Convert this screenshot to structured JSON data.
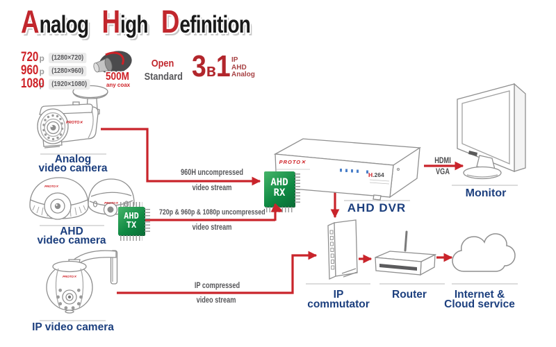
{
  "brand": {
    "name": "PROTO",
    "mark": "✕"
  },
  "title": {
    "words": [
      {
        "initial": "A",
        "rest": "nalog"
      },
      {
        "initial": "H",
        "rest": "igh"
      },
      {
        "initial": "D",
        "rest": "efinition"
      }
    ]
  },
  "resolutions": [
    {
      "value": "720",
      "suffix": "p",
      "detail": "(1280×720)"
    },
    {
      "value": "960",
      "suffix": "p",
      "detail": "(1280×960)"
    },
    {
      "value": "1080",
      "suffix": "p",
      "detail": "(1920×1080)"
    }
  ],
  "coax": {
    "distance": "500M",
    "note": "any coax"
  },
  "open_standard": {
    "line1": "Open",
    "line2": "Standard"
  },
  "three_in_one": {
    "number": "3",
    "middle": "в",
    "one": "1",
    "items": [
      "IP",
      "AHD",
      "Analog"
    ]
  },
  "chips": {
    "tx": {
      "line1": "AHD",
      "line2": "TX"
    },
    "rx": {
      "line1": "AHD",
      "line2": "RX"
    }
  },
  "devices": {
    "analog_camera": {
      "line1": "Analog",
      "line2": "video camera"
    },
    "ahd_camera": {
      "line1": "AHD",
      "line2": "video camera"
    },
    "ip_camera": {
      "label": "IP video camera"
    },
    "dvr": {
      "label": "AHD DVR",
      "codec_prefix": "H",
      "codec_suffix": ".264"
    },
    "monitor": {
      "label": "Monitor"
    },
    "commutator": {
      "line1": "IP",
      "line2": "commutator"
    },
    "router": {
      "label": "Router"
    },
    "cloud": {
      "line1": "Internet &",
      "line2": "Cloud service"
    }
  },
  "streams": {
    "analog": {
      "line1": "960H uncompressed",
      "line2": "video stream"
    },
    "ahd": {
      "line1": "720p & 960p & 1080p uncompressed",
      "line2": "video stream"
    },
    "ip": {
      "line1": "IP compressed",
      "line2": "video stream"
    }
  },
  "connections": {
    "dvr_monitor": [
      "HDMI",
      "VGA"
    ]
  },
  "colors": {
    "accent_red": "#c9242b",
    "label_blue": "#1c3f7e",
    "chip_green": "#0e8842",
    "text_gray": "#58585a"
  }
}
